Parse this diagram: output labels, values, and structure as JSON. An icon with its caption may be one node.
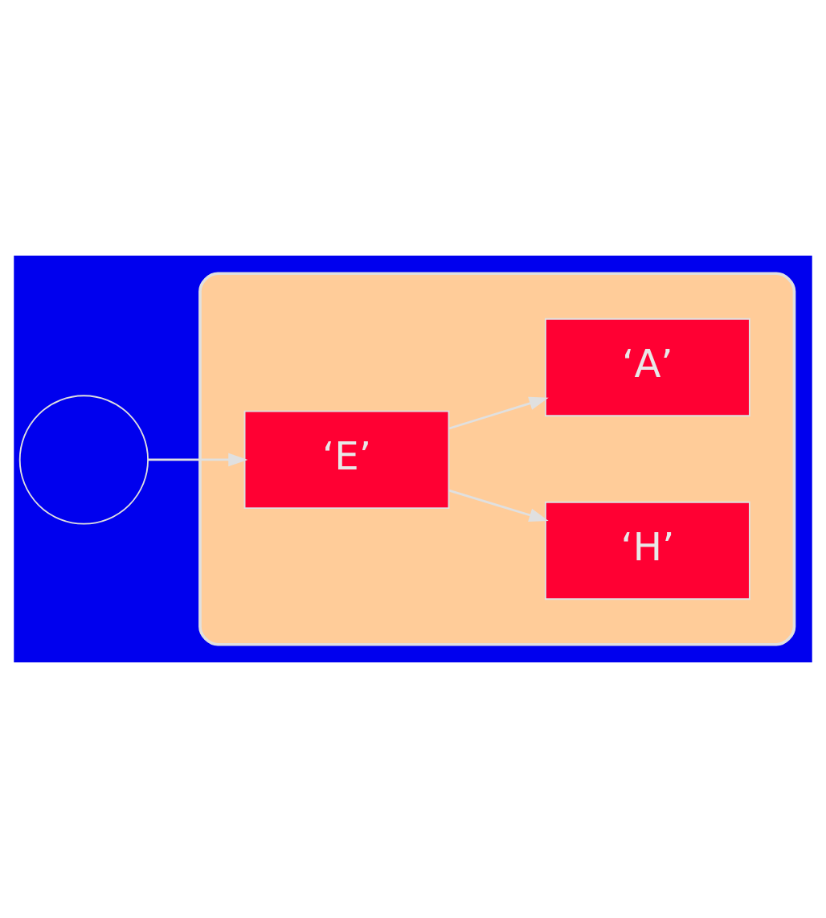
{
  "diagram": {
    "nodes": [
      {
        "text": [],
        "shape": "circle"
      },
      {
        "text": [],
        "shape": "ellipse"
      },
      {
        "text": [
          "‘E’"
        ],
        "in": 1
      },
      {
        "text": [
          "‘H’"
        ],
        "in": 1
      },
      {
        "text": [
          "‘A’"
        ],
        "in": 1
      }
    ],
    "edges": [
      {
        "from": 0,
        "to": 2,
        "arrow": "to"
      },
      {
        "from": 2,
        "to": 3,
        "arrow": "to"
      },
      {
        "from": 2,
        "to": 4,
        "arrow": "to"
      }
    ]
  }
}
